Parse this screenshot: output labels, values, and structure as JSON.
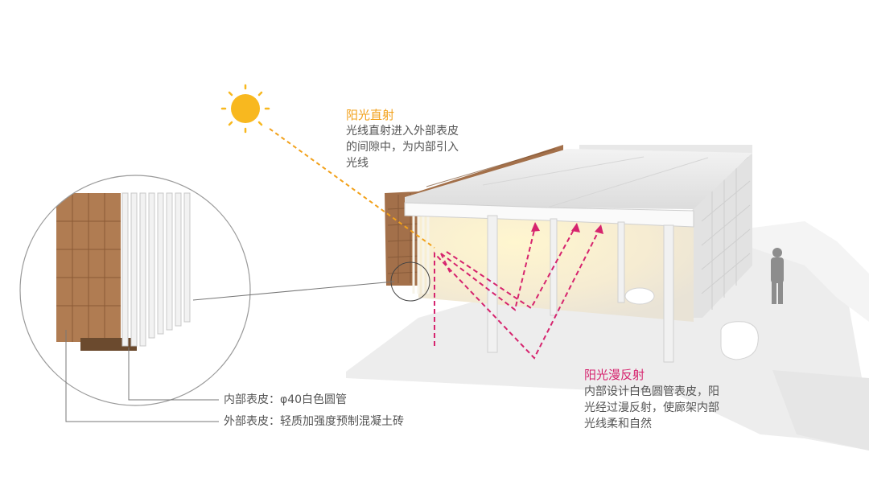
{
  "annotations": {
    "direct": {
      "title": "阳光直射",
      "lines": [
        "光线直射进入外部表皮",
        "的间隙中，为内部引入",
        "光线"
      ]
    },
    "diffuse": {
      "title": "阳光漫反射",
      "lines": [
        "内部设计白色圆管表皮，阳",
        "光经过漫反射，使廊架内部",
        "光线柔和自然"
      ]
    },
    "inner_skin": "内部表皮：φ40白色圆管",
    "outer_skin": "外部表皮：轻质加强度预制混凝土砖"
  },
  "colors": {
    "sun": "#f8b81f",
    "direct_ray": "#f2a11b",
    "diffuse_ray": "#d6246e",
    "brick": "#b07c52",
    "leader_line": "#888888"
  },
  "icons": [
    "sun-icon",
    "person-silhouette"
  ]
}
